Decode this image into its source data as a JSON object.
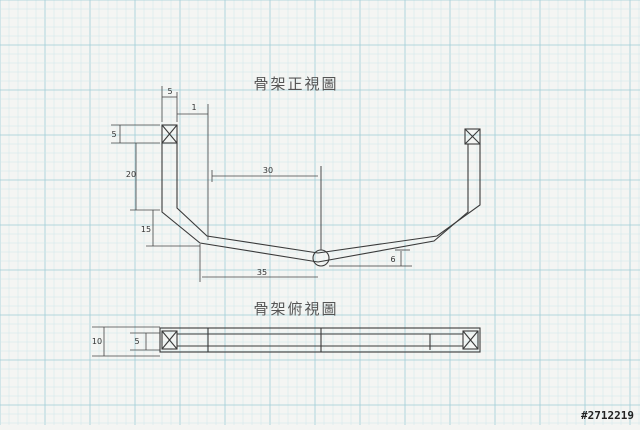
{
  "drawing": {
    "front_view_title": "骨架正視圖",
    "top_view_title": "骨架俯視圖",
    "dimensions": {
      "block_width": "5",
      "offset": "1",
      "block_height": "5",
      "upright_height": "20",
      "slope_height": "15",
      "half_span_top": "30",
      "half_span_bottom": "35",
      "sag": "6",
      "top_total_width": "10",
      "top_inner_width": "5"
    }
  },
  "watermark": "#2712219",
  "colors": {
    "paper": "#f4f5f3",
    "grid_minor": "#cfe6ea",
    "grid_major": "#9fcdd6",
    "ink": "#3a3a3a"
  }
}
